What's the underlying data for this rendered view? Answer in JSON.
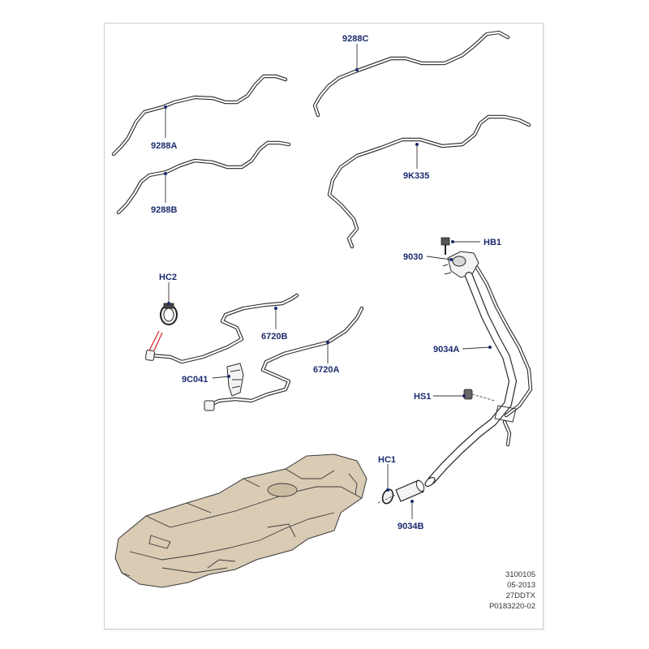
{
  "labels": {
    "p9288C": "9288C",
    "p9288A": "9288A",
    "p9288B": "9288B",
    "p9K335": "9K335",
    "pHB1": "HB1",
    "p9030": "9030",
    "pHC2": "HC2",
    "p6720B": "6720B",
    "p9034A": "9034A",
    "p9C041": "9C041",
    "p6720A": "6720A",
    "pHS1": "HS1",
    "pHC1": "HC1",
    "p9034B": "9034B"
  },
  "footer": {
    "line1": "3100105",
    "line2": "05-2013",
    "line3": "27DDTX",
    "line4": "P0183220-02"
  },
  "colors": {
    "label": "#1b2a6e",
    "tank": "#d9cbb4",
    "highlight_arrow": "#d22020"
  }
}
